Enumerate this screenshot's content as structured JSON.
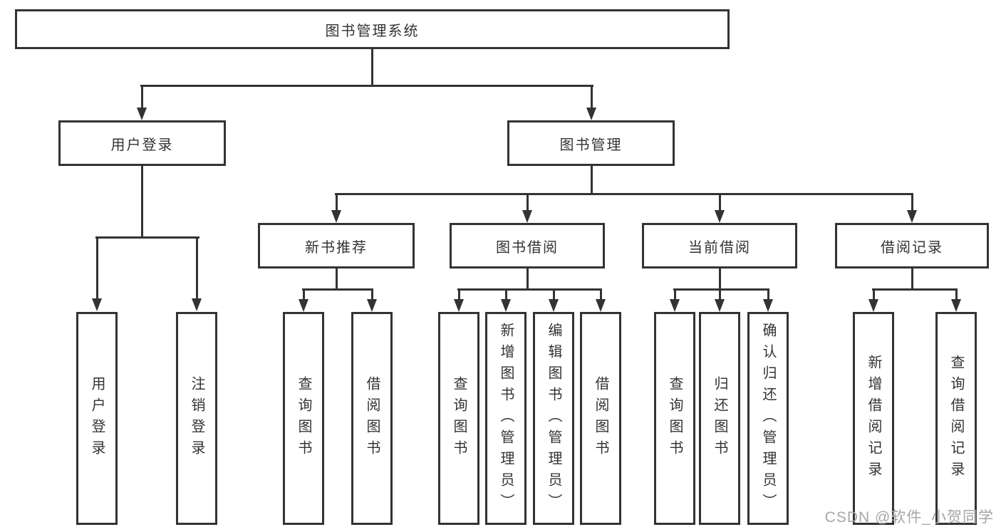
{
  "diagram": {
    "title": "图书管理系统",
    "type": "hierarchy-diagram",
    "colors": {
      "line": "#333333",
      "text": "#333333",
      "watermark": "#a6a6a6",
      "background": "#ffffff"
    },
    "root": {
      "label": "图书管理系统"
    },
    "level2": [
      {
        "label": "用户登录"
      },
      {
        "label": "图书管理"
      }
    ],
    "level3": [
      {
        "label": "新书推荐",
        "parent": "图书管理"
      },
      {
        "label": "图书借阅",
        "parent": "图书管理"
      },
      {
        "label": "当前借阅",
        "parent": "图书管理"
      },
      {
        "label": "借阅记录",
        "parent": "图书管理"
      }
    ],
    "leaves": [
      {
        "label": "用户登录",
        "parent": "用户登录"
      },
      {
        "label": "注销登录",
        "parent": "用户登录"
      },
      {
        "label": "查询图书",
        "parent": "新书推荐"
      },
      {
        "label": "借阅图书",
        "parent": "新书推荐"
      },
      {
        "label": "查询图书",
        "parent": "图书借阅"
      },
      {
        "label": "新增图书（管理员）",
        "parent": "图书借阅"
      },
      {
        "label": "编辑图书（管理员）",
        "parent": "图书借阅"
      },
      {
        "label": "借阅图书",
        "parent": "图书借阅"
      },
      {
        "label": "查询图书",
        "parent": "当前借阅"
      },
      {
        "label": "归还图书",
        "parent": "当前借阅"
      },
      {
        "label": "确认归还（管理员）",
        "parent": "当前借阅"
      },
      {
        "label": "新增借阅记录",
        "parent": "借阅记录"
      },
      {
        "label": "查询借阅记录",
        "parent": "借阅记录"
      }
    ],
    "watermark": "CSDN @软件_小贺同学"
  }
}
